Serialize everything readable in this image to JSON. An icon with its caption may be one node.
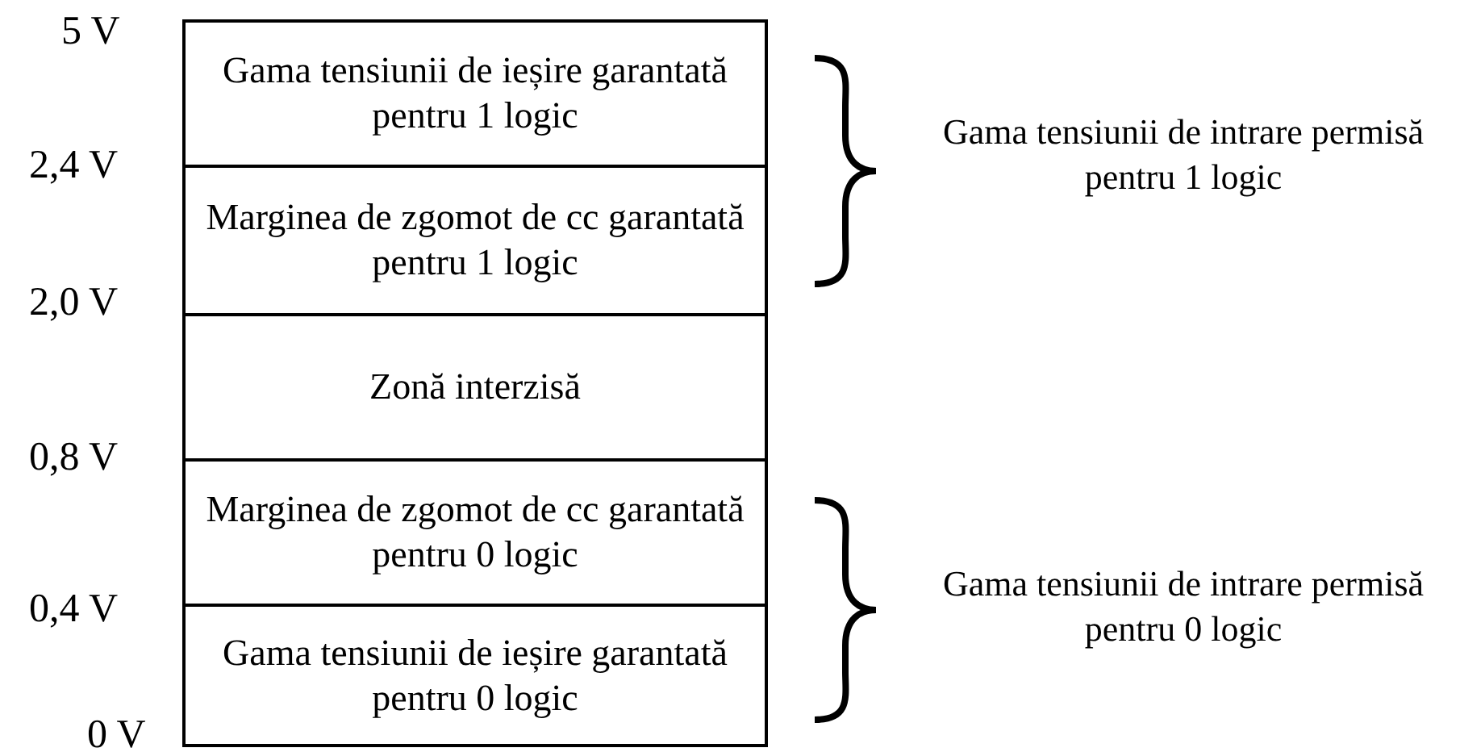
{
  "diagram": {
    "nodes": [
      {
        "text": [
          "Gama tensiunii de ieșire garantată pentru 1 logic"
        ]
      },
      {
        "text": [
          "Marginea de zgomot de cc garantată pentru 1 logic"
        ]
      },
      {
        "text": [
          "Zonă interzisă"
        ]
      },
      {
        "text": [
          "Marginea de zgomot de cc garantată pentru 0 logic"
        ]
      },
      {
        "text": [
          "Gama tensiunii de ieșire garantată pentru 0 logic"
        ]
      }
    ],
    "edges": [],
    "labels": [
      "5 V",
      "Gama tensiunii de intrare permisă pentru 1 logic",
      "2,4 V",
      "2,0 V",
      "0,8 V",
      "Gama tensiunii de intrare permisă pentru 0 logic",
      "0,4 V",
      "0 V"
    ]
  }
}
